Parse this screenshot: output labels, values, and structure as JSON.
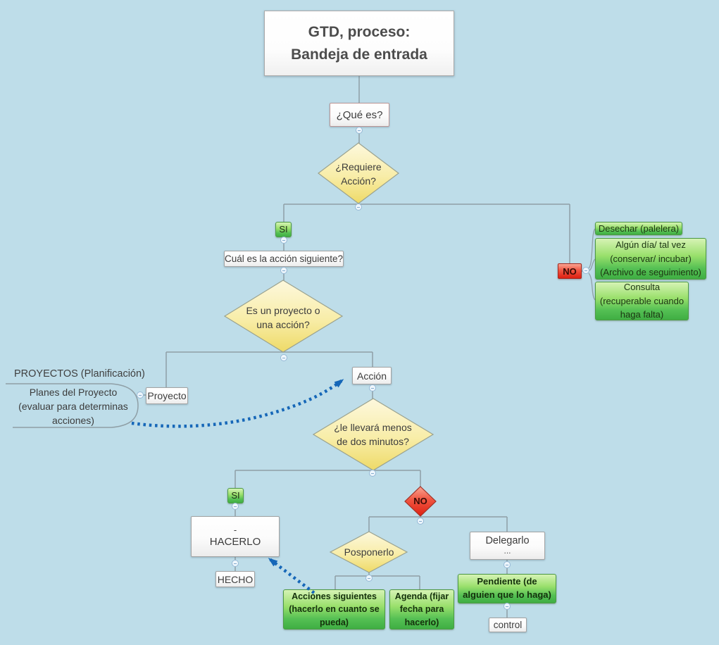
{
  "app": {
    "background": "#bedde9"
  },
  "colors": {
    "connector": "#8f9fa6",
    "arrow_blue": "#1667b8",
    "green_node": "#3fae43",
    "red_node": "#dd2012",
    "yellow_node": "#eeda67"
  },
  "nodes": {
    "title_line1": "GTD, proceso:",
    "title_line2": "Bandeja de entrada",
    "what_is": "¿Qué es?",
    "requires_action": "¿Requiere Acción?",
    "yes_top": "SI",
    "no_top": "NO",
    "next_action_q": "Cuál es la acción siguiente?",
    "project_or_action": "Es un proyecto o una acción?",
    "project": "Proyecto",
    "action": "Acción",
    "projects_heading": "PROYECTOS (Planificación)",
    "project_plans": "Planes del Proyecto (evaluar para determinas acciones)",
    "discard": "Desechar (palelera)",
    "someday": "Algún día/ tal vez (conservar/ incubar) (Archivo de seguimiento)",
    "reference": "Consulta (recuperable cuando haga falta)",
    "two_minutes_q": "¿le llevará menos de dos minutos?",
    "yes_bottom": "SI",
    "no_bottom": "NO",
    "do_it_dash": "-",
    "do_it": "HACERLO",
    "done": "HECHO",
    "defer": "Posponerlo",
    "delegate": "Delegarlo",
    "delegate_dots": "...",
    "next_actions": "Acciones siguientes (hacerlo en cuanto se pueda)",
    "agenda": "Agenda (fijar fecha para hacerlo)",
    "pending": "Pendiente (de alguien que lo haga)",
    "control": "control"
  }
}
